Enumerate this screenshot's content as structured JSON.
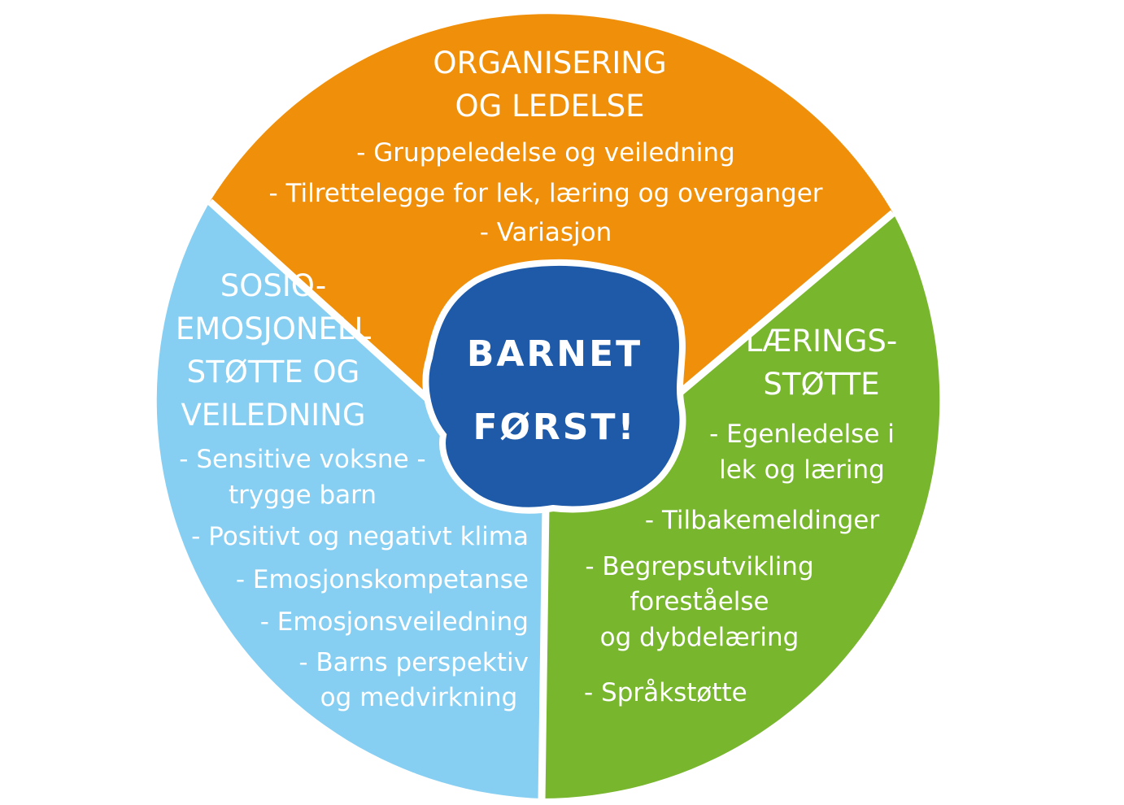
{
  "center": {
    "lines": [
      "BARNET",
      "FØRST!"
    ]
  },
  "organisering": {
    "heading": [
      "ORGANISERING",
      "OG LEDELSE"
    ],
    "items": [
      "- Gruppeledelse og veiledning",
      "- Tilrettelegge for lek, læring og overganger",
      "- Variasjon"
    ]
  },
  "sosio": {
    "heading": [
      "SOSIO-",
      "EMOSJONELL",
      "STØTTE OG",
      "VEILEDNING"
    ],
    "items": [
      "- Sensitive voksne -",
      "trygge barn",
      "- Positivt og negativt klima",
      "- Emosjonskompetanse",
      "- Emosjonsveiledning",
      "- Barns perspektiv",
      "og medvirkning"
    ]
  },
  "laering": {
    "heading": [
      "LÆRINGS-",
      "STØTTE"
    ],
    "items": [
      "- Egenledelse i",
      "lek og læring",
      "- Tilbakemeldinger",
      "- Begrepsutvikling",
      "foreståelse",
      "og dybdelæring",
      "- Språkstøtte"
    ]
  },
  "colors": {
    "organisering": "#F0900A",
    "sosio": "#86CFF2",
    "laering": "#78B62D",
    "center": "#1E5AA8",
    "divider": "#ffffff",
    "text": "#ffffff"
  }
}
